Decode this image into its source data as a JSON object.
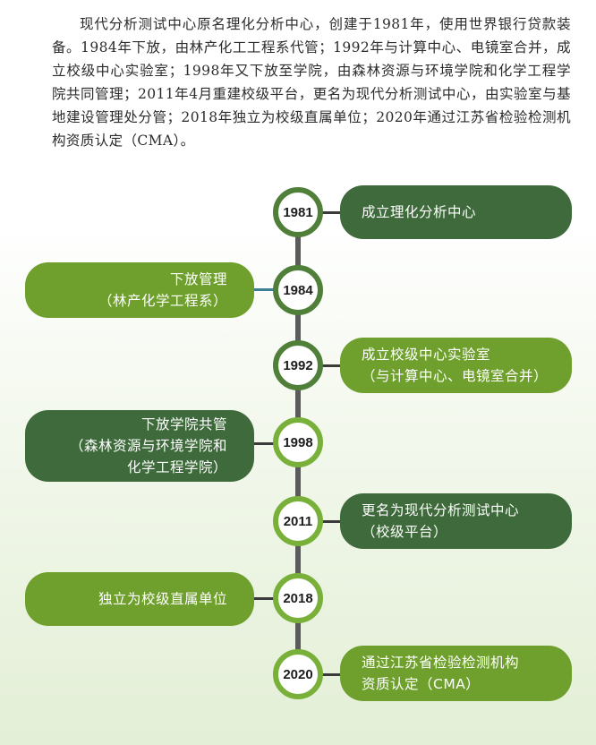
{
  "intro": "现代分析测试中心原名理化分析中心，创建于1981年，使用世界银行贷款装备。1984年下放，由林产化工工程系代管；1992年与计算中心、电镜室合并，成立校级中心实验室；1998年又下放至学院，由森林资源与环境学院和化学工程学院共同管理；2011年4月重建校级平台，更名为现代分析测试中心，由实验室与基地建设管理处分管；2018年独立为校级直属单位；2020年通过江苏省检验检测机构资质认定（CMA）。",
  "events": [
    {
      "year": "1981",
      "line1": "成立理化分析中心",
      "line2": "",
      "line3": ""
    },
    {
      "year": "1984",
      "line1": "下放管理",
      "line2": "（林产化学工程系）",
      "line3": ""
    },
    {
      "year": "1992",
      "line1": "成立校级中心实验室",
      "line2": "（与计算中心、电镜室合并）",
      "line3": ""
    },
    {
      "year": "1998",
      "line1": "下放学院共管",
      "line2": "（森林资源与环境学院和",
      "line3": "化学工程学院）"
    },
    {
      "year": "2011",
      "line1": "更名为现代分析测试中心",
      "line2": "（校级平台）",
      "line3": ""
    },
    {
      "year": "2018",
      "line1": "独立为校级直属单位",
      "line2": "",
      "line3": ""
    },
    {
      "year": "2020",
      "line1": "通过江苏省检验检测机构",
      "line2": "资质认定（CMA）",
      "line3": ""
    }
  ],
  "colors": {
    "dark_green": "#3f6a3b",
    "light_green": "#6fa02e",
    "axis": "#5b5b5b",
    "node_border_dark": "#4f7f39",
    "node_border_light": "#79b039"
  }
}
